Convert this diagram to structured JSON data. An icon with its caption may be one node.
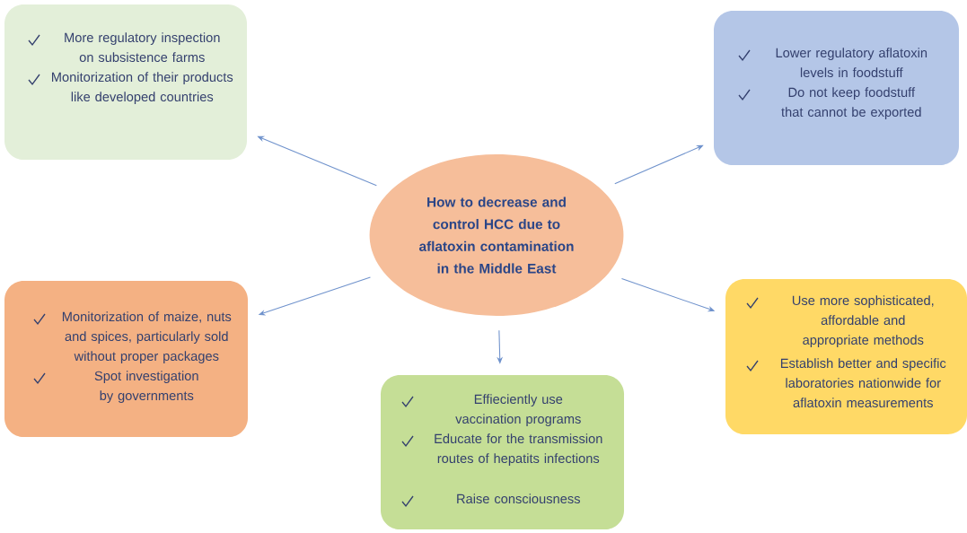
{
  "diagram": {
    "nodes": [
      {
        "text": [
          "How to decrease and control HCC due to aflatoxin contamination in the Middle East"
        ]
      },
      {
        "text": [
          "More regulatory inspection on subsistence farms",
          "Monitorization of their products like developed countries"
        ]
      },
      {
        "text": [
          "Lower regulatory aflatoxin levels in foodstuff",
          "Do not keep foodstuff that cannot be exported"
        ]
      },
      {
        "text": [
          "Monitorization of  maize, nuts and spices, particularly sold without proper packages",
          "Spot investigation  by governments"
        ]
      },
      {
        "text": [
          "Effieciently use vaccination programs",
          "Educate for the transmission routes of hepatits infections",
          "Raise consciousness"
        ]
      },
      {
        "text": [
          "Use more sophisticated, affordable and appropriate methods",
          "Establish better and specific laboratories nationwide for aflatoxin measurements"
        ]
      }
    ],
    "edges": [
      {
        "from": 0,
        "to": 1,
        "arrow": "to"
      },
      {
        "from": 0,
        "to": 2,
        "arrow": "to"
      },
      {
        "from": 0,
        "to": 3,
        "arrow": "to"
      },
      {
        "from": 0,
        "to": 4,
        "arrow": "to"
      },
      {
        "from": 0,
        "to": 5,
        "arrow": "to"
      }
    ]
  }
}
